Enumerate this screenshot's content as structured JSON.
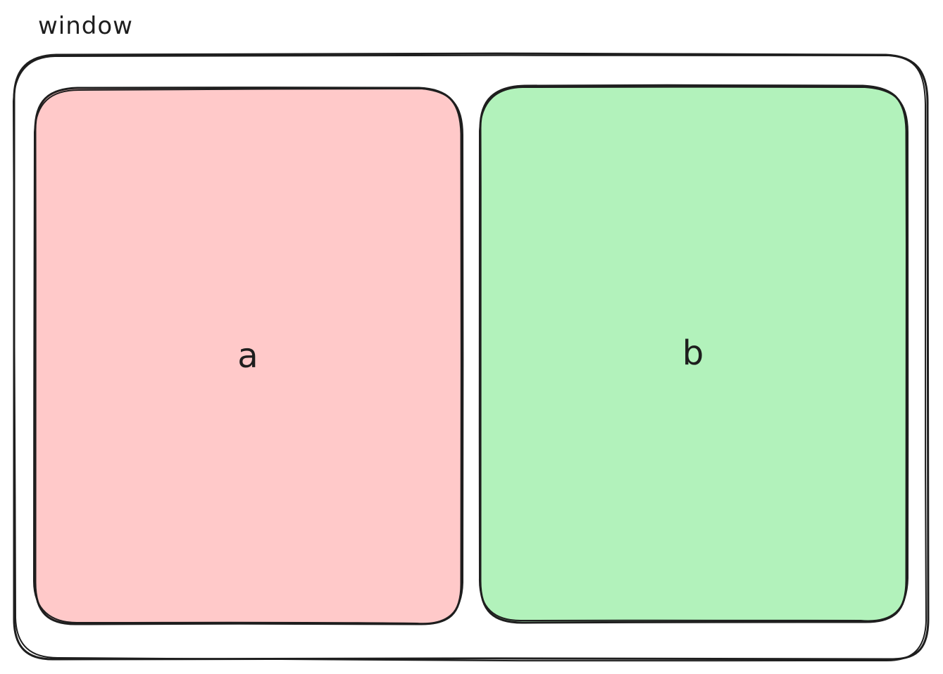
{
  "window": {
    "title": "window"
  },
  "panes": [
    {
      "label": "a",
      "fill": "#ffc9c9"
    },
    {
      "label": "b",
      "fill": "#b2f2bb"
    }
  ],
  "colors": {
    "stroke": "#1e1e1e",
    "background": "#ffffff"
  }
}
